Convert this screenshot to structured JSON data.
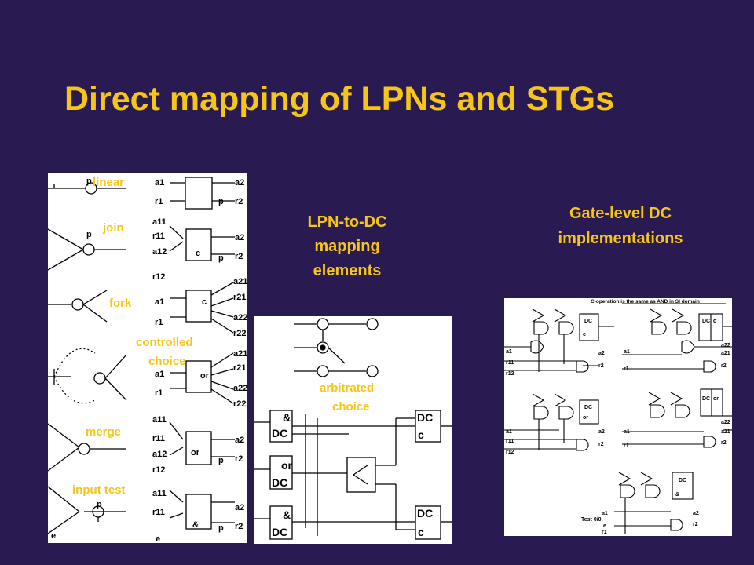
{
  "title": "Direct mapping of LPNs and STGs",
  "headings": {
    "lpn_to_dc": [
      "LPN-to-DC",
      "mapping",
      "elements"
    ],
    "gate_level": [
      "Gate-level DC",
      "implementations"
    ]
  },
  "element_labels": {
    "linear": "linear",
    "join": "join",
    "fork": "fork",
    "controlled_choice": [
      "controlled",
      "choice"
    ],
    "merge": "merge",
    "input_test": "input test",
    "arbitrated_choice": [
      "arbitrated",
      "choice"
    ]
  },
  "panel_text": {
    "left": {
      "p": "p",
      "e": "e",
      "a1": "a1",
      "r1": "r1",
      "a2": "a2",
      "r2": "r2",
      "a11": "a11",
      "r11": "r11",
      "a12": "a12",
      "r12": "r12",
      "a21": "a21",
      "r21": "r21",
      "a22": "a22",
      "r22": "r22",
      "c": "c",
      "or": "or",
      "and": "&"
    },
    "middle": {
      "dc": "DC",
      "c": "c",
      "and": "&",
      "or": "or"
    },
    "right": {
      "note": "C-operation is the same as AND in SI domain",
      "dc": "DC",
      "c": "c",
      "or": "or",
      "and": "&",
      "a1": "a1",
      "r1": "r1",
      "a2": "a2",
      "r2": "r2",
      "r11": "r11",
      "r12": "r12",
      "a21": "a21",
      "a22": "a22",
      "test": "Test 0/0",
      "e": "e"
    }
  },
  "colors": {
    "background": "#2a1a52",
    "accent": "#f5c518",
    "panel": "#ffffff",
    "ink": "#000000"
  }
}
